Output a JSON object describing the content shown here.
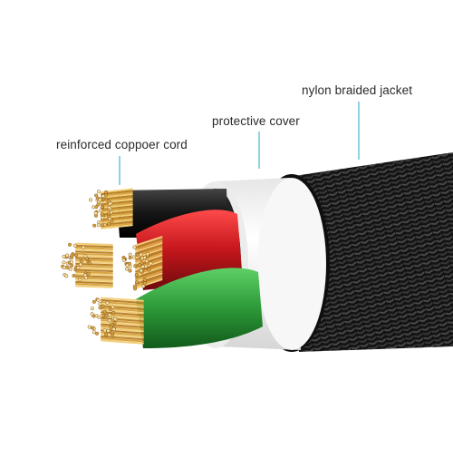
{
  "labels": {
    "jacket": "nylon braided jacket",
    "cover": "protective cover",
    "cord": "reinforced coppoer cord"
  },
  "colors": {
    "leader_line": "#8fd3e0",
    "jacket": "#1a1a1a",
    "cover": "#f4f4f4",
    "wire_black": "#151515",
    "wire_red": "#c4161c",
    "wire_green": "#2c9a38",
    "copper": "#d9a441"
  }
}
